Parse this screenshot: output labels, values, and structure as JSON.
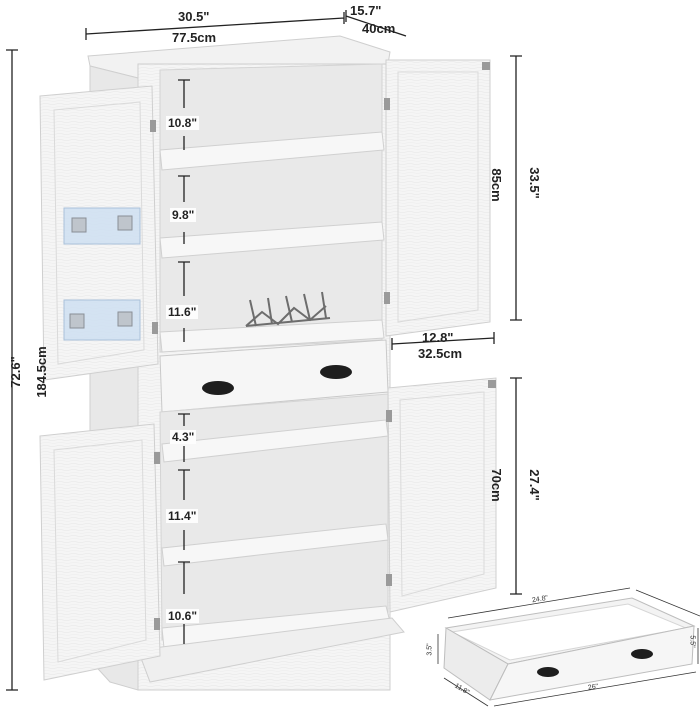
{
  "dimensions": {
    "width_in": "30.5\"",
    "width_cm": "77.5cm",
    "depth_in": "15.7\"",
    "depth_cm": "40cm",
    "height_in": "72.6\"",
    "height_cm": "184.5cm",
    "upper_height_in": "33.5\"",
    "upper_height_cm": "85cm",
    "lower_height_in": "27.4\"",
    "lower_height_cm": "70cm",
    "door_depth_in": "12.8\"",
    "door_depth_cm": "32.5cm"
  },
  "shelf_gaps": {
    "upper_1": "10.8\"",
    "upper_2": "9.8\"",
    "upper_3": "11.6\"",
    "lower_1": "4.3\"",
    "lower_2": "11.4\"",
    "lower_3": "10.6\""
  },
  "drawer": {
    "width": "24.8\"",
    "front_width": "26\"",
    "depth": "11.8\"",
    "height": "5.5\"",
    "front_height": "3.5\""
  },
  "colors": {
    "cabinet": "#f4f4f4",
    "cabinet_shade": "#e3e3e3",
    "interior": "#ececec",
    "line": "#222222",
    "hinge": "#9a9a9a",
    "handle": "#1e1e1e",
    "bubble_wrap": "#cfe0f2"
  }
}
